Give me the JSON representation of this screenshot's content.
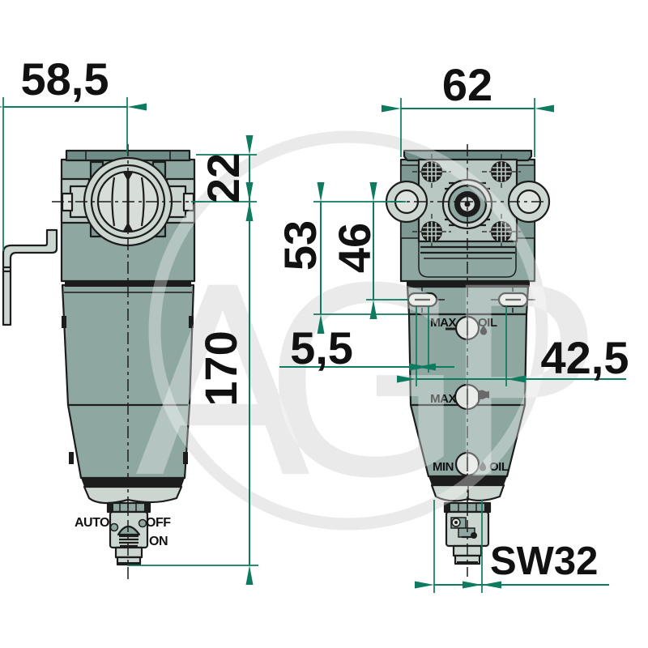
{
  "drawing": {
    "dimensions": {
      "bracket_to_center": "58,5",
      "head_width": "62",
      "top_to_port_axis": "22",
      "port_axis_to_bowl_top": "53",
      "port_axis_to_slot": "46",
      "overall_height": "170",
      "slot_width": "5,5",
      "slot_spacing": "42,5",
      "wrench_size": "SW32"
    },
    "drain_labels": {
      "auto": "AUTO",
      "off": "OFF",
      "on": "ON"
    },
    "level_marks": {
      "max_oil": "MAX",
      "oil_top": "OIL",
      "max": "MAX",
      "min": "MIN",
      "oil_bottom": "OIL"
    },
    "watermark": {
      "letters": [
        "A",
        "G",
        "P"
      ]
    },
    "colors": {
      "dim": "#0e7a5f",
      "ink": "#1c1c1c",
      "body": "#8ea7a1",
      "body2": "#7e9994",
      "strip": "#6f8c87",
      "light": "#b9c8c2",
      "xlight": "#ccd6d0",
      "bright": "#dfe4e0",
      "glass": "#d7ded9",
      "wmark": "#e0e0e0"
    }
  }
}
